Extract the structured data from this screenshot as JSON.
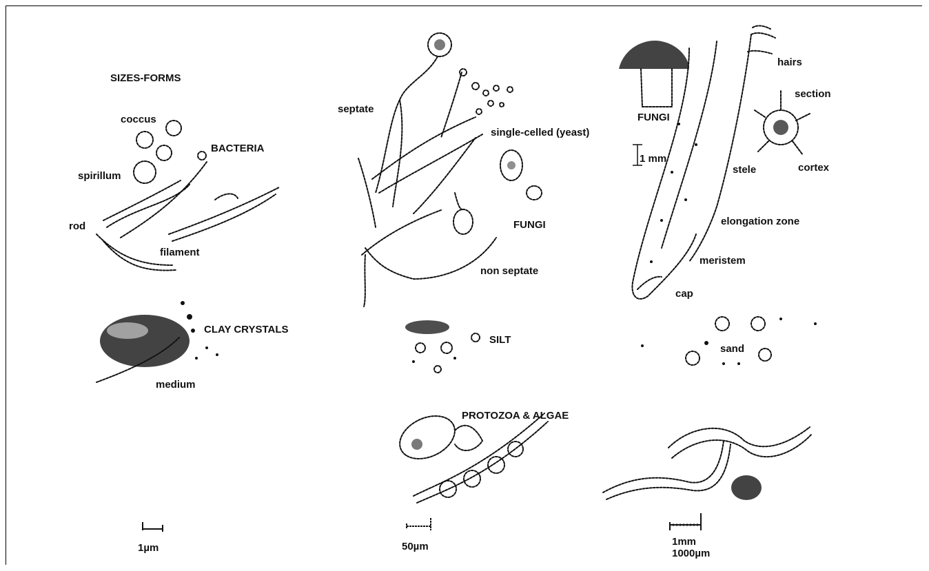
{
  "labels": {
    "sizes_forms": "SIZES-FORMS",
    "coccus": "coccus",
    "bacteria": "BACTERIA",
    "spirillum": "spirillum",
    "rod": "rod",
    "filament": "filament",
    "clay_crystals": "CLAY CRYSTALS",
    "medium": "medium",
    "septate": "septate",
    "single_celled": "single-celled (yeast)",
    "fungi_middle": "FUNGI",
    "non_septate": "non septate",
    "silt": "SILT",
    "protozoa_algae": "PROTOZOA & ALGAE",
    "fungi_right": "FUNGI",
    "hairs": "hairs",
    "section": "section",
    "one_mm_root": "1 mm",
    "stele": "stele",
    "cortex": "cortex",
    "elongation_zone": "elongation zone",
    "meristem": "meristem",
    "cap": "cap",
    "sand": "sand"
  },
  "scale_bars": {
    "left": "1µm",
    "middle": "50µm",
    "right_line1": "1mm",
    "right_line2": "1000µm"
  }
}
